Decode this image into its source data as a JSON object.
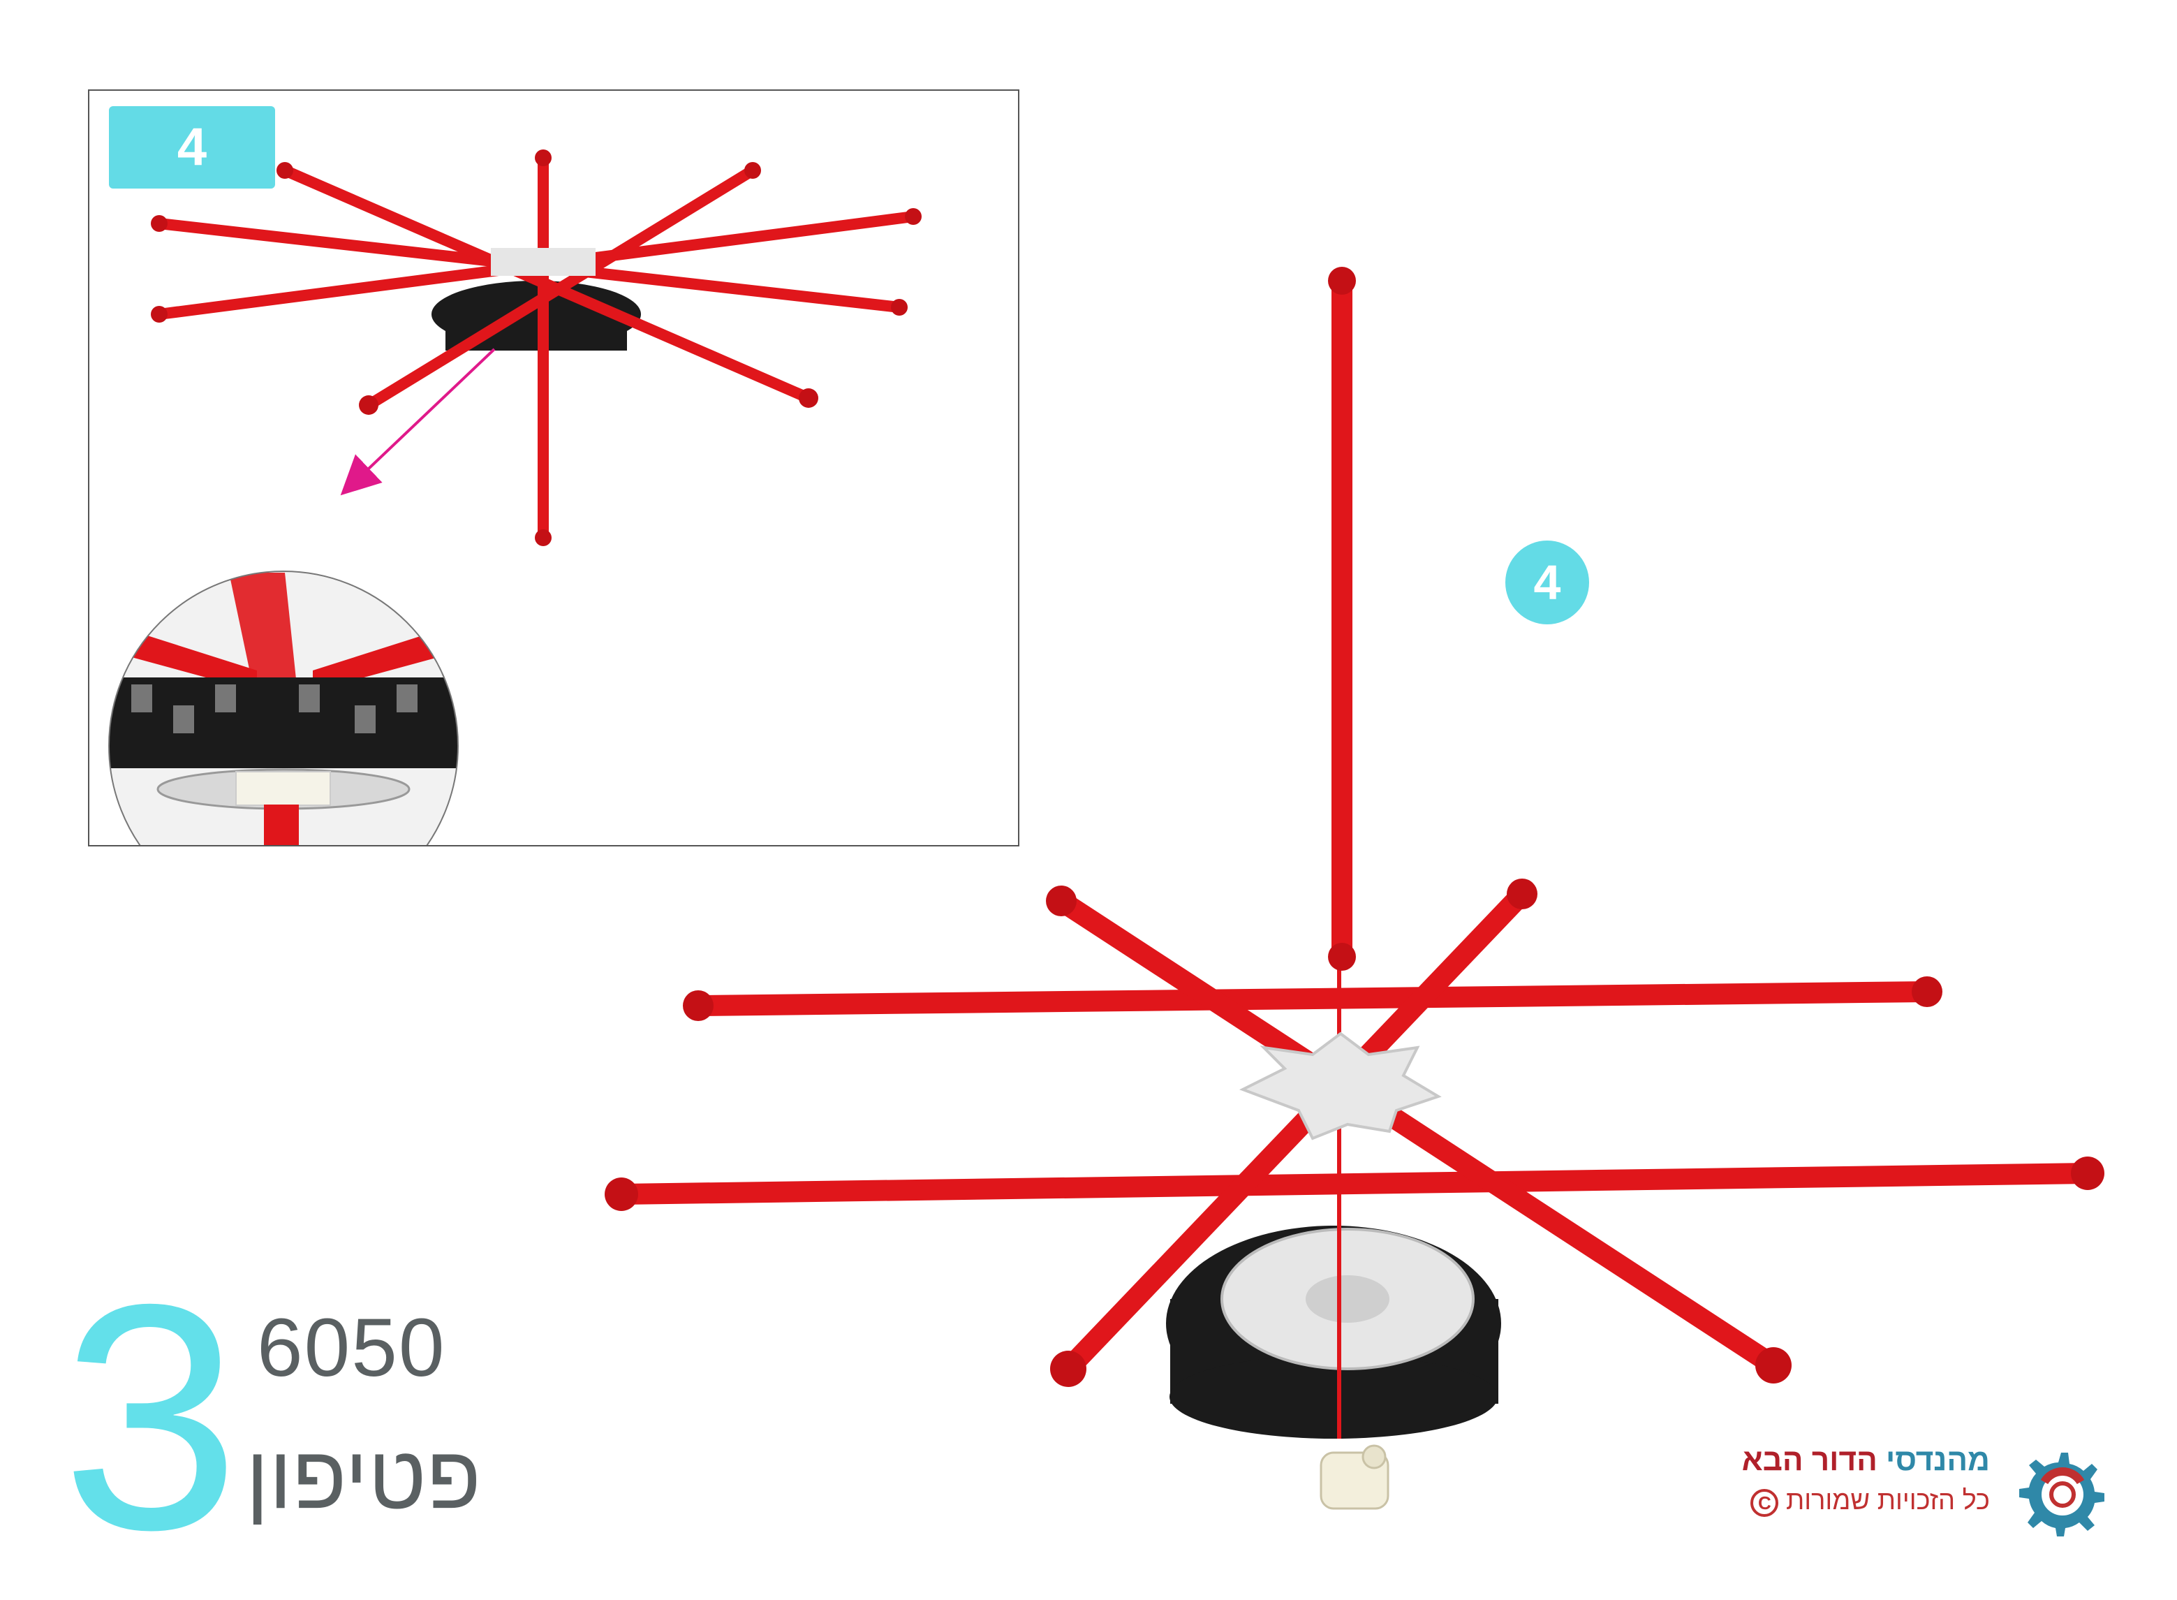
{
  "inset": {
    "step_label": "4"
  },
  "main": {
    "step_label": "4"
  },
  "footer": {
    "step_number": "3",
    "part_code": "6050",
    "part_name": "פטיפון",
    "brand_accent": "מהנדסי",
    "brand_rest": "הדור הבא",
    "rights_text": "כל הזכויות שמורות",
    "copyright_symbol": "C"
  },
  "colors": {
    "accent_cyan": "#63dbe6",
    "rod_red": "#e0161b",
    "tire_black": "#1b1b1b",
    "hub_grey": "#e6e6e6",
    "brand_red": "#b0202a",
    "brand_blue": "#2f88a8"
  },
  "icons": [
    "gear-logo-icon",
    "copyright-icon",
    "magnify-arrow-icon"
  ]
}
